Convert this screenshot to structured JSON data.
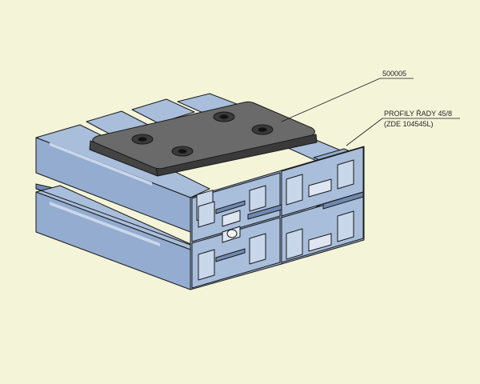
{
  "callouts": {
    "plate_part_number": "500005",
    "profile_line1": "PROFILY ŘADY 45/8",
    "profile_line2": "(ZDE 104545L)"
  },
  "colors": {
    "background": "#f4f4d9",
    "profile_top": "#a8bedb",
    "profile_face": "#93acd0",
    "profile_dark": "#6f89b0",
    "profile_slot": "#c9d7ea",
    "plate_top": "#6a6a6a",
    "plate_side": "#444444",
    "screw": "#2a2a2a",
    "outline": "#1a1a1a"
  },
  "icons": {
    "screws": "countersunk-screw-icon"
  }
}
